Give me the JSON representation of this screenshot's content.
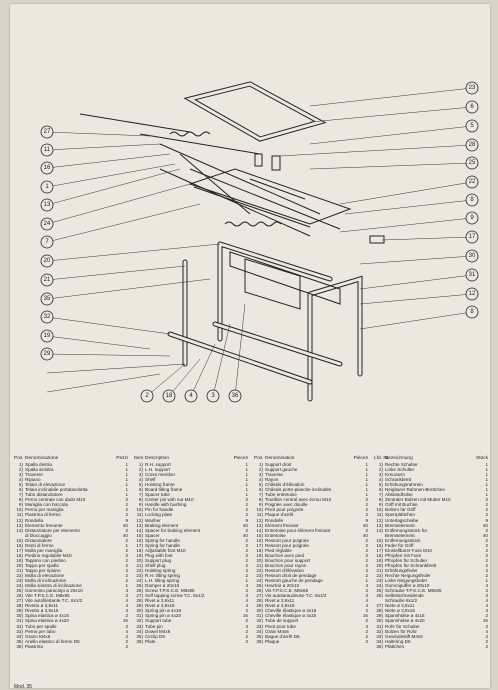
{
  "diagram": {
    "callouts": [
      "23",
      "6",
      "5",
      "28",
      "25",
      "22",
      "8",
      "9",
      "17",
      "30",
      "31",
      "12",
      "8",
      "27",
      "11",
      "16",
      "1",
      "13",
      "24",
      "7",
      "20",
      "21",
      "35",
      "32",
      "19",
      "29",
      "2",
      "18",
      "4",
      "3",
      "36"
    ]
  },
  "list": {
    "columns": [
      {
        "h_pos": "Pos.",
        "h_name": "Denominazione",
        "h_qty": "Pezzi",
        "items": [
          [
            "1)",
            "Spalla destra",
            "1"
          ],
          [
            "2)",
            "Spalla sinistra",
            "1"
          ],
          [
            "3)",
            "Traverse",
            "1"
          ],
          [
            "4)",
            "Ripiano",
            "1"
          ],
          [
            "5)",
            "Telaio di elevazione",
            "1"
          ],
          [
            "6)",
            "Telaio inclinabile portatavoletta",
            "1"
          ],
          [
            "7)",
            "Tubo distanziatore",
            "1"
          ],
          [
            "8)",
            "Perno centrale con dado M10",
            "2"
          ],
          [
            "9)",
            "Maniglia con boccola",
            "2"
          ],
          [
            "10)",
            "Perno per maniglia",
            "2"
          ],
          [
            "11)",
            "Piastrina di fermo",
            "2"
          ],
          [
            "12)",
            "Rondella",
            "9"
          ],
          [
            "13)",
            "Elemento frenante",
            "40"
          ],
          [
            "14)",
            "Distanziatore per elemento",
            "2"
          ],
          [
            "",
            "di bloccaggio",
            "40"
          ],
          [
            "15)",
            "Distanziatore",
            "2"
          ],
          [
            "16)",
            "Denti di fermo",
            "1"
          ],
          [
            "17)",
            "Molla per maniglia",
            "2"
          ],
          [
            "18)",
            "Piedino regolabile M10",
            "2"
          ],
          [
            "19)",
            "Tappino con piedino",
            "2"
          ],
          [
            "20)",
            "Tappo per spalla",
            "2"
          ],
          [
            "21)",
            "Tappo per ripiano",
            "2"
          ],
          [
            "22)",
            "Molla di elevazione",
            "2"
          ],
          [
            "23)",
            "Molla di inclinazione",
            "2"
          ],
          [
            "24)",
            "Molla sinistra di inclinazione",
            "1"
          ],
          [
            "25)",
            "Gommino paracolpi ø 20x10",
            "4"
          ],
          [
            "26)",
            "Vite T.P.S.C.E. M8x65",
            "2"
          ],
          [
            "27)",
            "Vite autofilettante T.C. 8x1/2",
            "4"
          ],
          [
            "28)",
            "Rivetto ø 3,9x11",
            "4"
          ],
          [
            "29)",
            "Rivetto ø 3,9x16",
            "4"
          ],
          [
            "30)",
            "Spina elastica ø 4x16",
            "2"
          ],
          [
            "31)",
            "Spina elastica ø 4x20",
            "16"
          ],
          [
            "32)",
            "Tubo per spalle",
            "2"
          ],
          [
            "33)",
            "Perno per tubo",
            "4"
          ],
          [
            "34)",
            "Grano M4x6",
            "2"
          ],
          [
            "35)",
            "Anello elastico di fermo D6",
            "2"
          ],
          [
            "36)",
            "Piastrina",
            "2"
          ]
        ]
      },
      {
        "h_pos": "Item",
        "h_name": "Description",
        "h_qty": "Pieces",
        "items": [
          [
            "1)",
            "R.H. support",
            "1"
          ],
          [
            "2)",
            "L.H. support",
            "1"
          ],
          [
            "3)",
            "Cross member",
            "1"
          ],
          [
            "4)",
            "Shelf",
            "1"
          ],
          [
            "5)",
            "Hoisting frame",
            "1"
          ],
          [
            "6)",
            "Board tilting frame",
            "1"
          ],
          [
            "7)",
            "Spacer tube",
            "1"
          ],
          [
            "8)",
            "Center pin with nut M10",
            "2"
          ],
          [
            "9)",
            "Handle with bushing",
            "2"
          ],
          [
            "10)",
            "Pin for handle",
            "2"
          ],
          [
            "11)",
            "Locking plate",
            "2"
          ],
          [
            "12)",
            "Washer",
            "9"
          ],
          [
            "13)",
            "Braking element",
            "40"
          ],
          [
            "14)",
            "Spacer for braking element",
            "2"
          ],
          [
            "15)",
            "Spacer",
            "40"
          ],
          [
            "16)",
            "Spring for handle",
            "2"
          ],
          [
            "17)",
            "Spring for handle",
            "2"
          ],
          [
            "18)",
            "Adjustable foot M10",
            "2"
          ],
          [
            "19)",
            "Plug with foot",
            "2"
          ],
          [
            "20)",
            "Support plug",
            "2"
          ],
          [
            "21)",
            "Shelf plug",
            "2"
          ],
          [
            "22)",
            "Hoisting spring",
            "2"
          ],
          [
            "23)",
            "R.H. tilting spring",
            "2"
          ],
          [
            "24)",
            "L.H. tilting spring",
            "1"
          ],
          [
            "25)",
            "Damper ø 20x10",
            "4"
          ],
          [
            "26)",
            "Screw T.P.S.C.E. M8x65",
            "2"
          ],
          [
            "27)",
            "Self tapping screw T.C. 8x1/2",
            "4"
          ],
          [
            "28)",
            "Rivet ø 3,9x11",
            "4"
          ],
          [
            "29)",
            "Rivet ø 3,9x16",
            "4"
          ],
          [
            "30)",
            "Spring pin ø 4x16",
            "2"
          ],
          [
            "31)",
            "Spring pin ø 4x20",
            "16"
          ],
          [
            "32)",
            "Support tube",
            "2"
          ],
          [
            "33)",
            "Tube pin",
            "4"
          ],
          [
            "34)",
            "Dowel M4x6",
            "2"
          ],
          [
            "35)",
            "Circlip D6",
            "2"
          ],
          [
            "36)",
            "Plate",
            "2"
          ]
        ]
      },
      {
        "h_pos": "Pos.",
        "h_name": "Denomination",
        "h_qty": "Pièces",
        "items": [
          [
            "1)",
            "Support droit",
            "1"
          ],
          [
            "2)",
            "Support gauche",
            "1"
          ],
          [
            "3)",
            "Traverse",
            "1"
          ],
          [
            "4)",
            "Rayon",
            "1"
          ],
          [
            "5)",
            "Châssis d'élévation",
            "1"
          ],
          [
            "6)",
            "Châssis porte-planche inclinable",
            "1"
          ],
          [
            "7)",
            "Tube entretoise",
            "1"
          ],
          [
            "8)",
            "Tourillon central avec écrou M10",
            "2"
          ],
          [
            "9)",
            "Poignée avec douille",
            "2"
          ],
          [
            "10)",
            "Pivot pour poignée",
            "2"
          ],
          [
            "11)",
            "Plaque d'arrêt",
            "2"
          ],
          [
            "12)",
            "Rondelle",
            "9"
          ],
          [
            "13)",
            "Elément freinant",
            "40"
          ],
          [
            "14)",
            "Entretoise pour élément freinant",
            "2"
          ],
          [
            "15)",
            "Entretoise",
            "40"
          ],
          [
            "16)",
            "Ressort pour poignée",
            "2"
          ],
          [
            "17)",
            "Ressort pour poignée",
            "2"
          ],
          [
            "18)",
            "Pied réglable",
            "2"
          ],
          [
            "19)",
            "Bouchon avec pied",
            "2"
          ],
          [
            "20)",
            "Bouchon pour support",
            "2"
          ],
          [
            "21)",
            "Bouchon pour rayon",
            "2"
          ],
          [
            "22)",
            "Ressort d'élévation",
            "2"
          ],
          [
            "23)",
            "Ressort droit de pendage",
            "2"
          ],
          [
            "24)",
            "Ressort gauche de pendage",
            "1"
          ],
          [
            "25)",
            "Heurtoir ø 20x10",
            "4"
          ],
          [
            "26)",
            "Vis T.P.S.C.E. M8x65",
            "2"
          ],
          [
            "27)",
            "Vis autotaraudeuse T.C. 8x1/2",
            "4"
          ],
          [
            "28)",
            "Rivet ø 3,9x11",
            "4"
          ],
          [
            "29)",
            "Rivet ø 3,9x16",
            "4"
          ],
          [
            "30)",
            "Cheville élastique ø 4x16",
            "2"
          ],
          [
            "31)",
            "Cheville élastique ø 4x20",
            "16"
          ],
          [
            "32)",
            "Tube de support",
            "2"
          ],
          [
            "33)",
            "Pivot pour tube",
            "4"
          ],
          [
            "34)",
            "Grain M4x6",
            "2"
          ],
          [
            "35)",
            "Bague d'arrêt D6",
            "2"
          ],
          [
            "36)",
            "Plaque",
            "2"
          ]
        ]
      },
      {
        "h_pos": "Lfd. Nr.",
        "h_name": "Bezeichnung",
        "h_qty": "Stück",
        "items": [
          [
            "1)",
            "Rechte Schulter",
            "1"
          ],
          [
            "2)",
            "Linke Schulter",
            "1"
          ],
          [
            "3)",
            "Kreuzarm",
            "1"
          ],
          [
            "4)",
            "Schrankbrett",
            "1"
          ],
          [
            "5)",
            "Erhöhungsrahmen",
            "1"
          ],
          [
            "6)",
            "Neigbarer Rahmen-Brettchen",
            "1"
          ],
          [
            "7)",
            "Abstandhülse",
            "1"
          ],
          [
            "8)",
            "Zentraler Bolzen mit Mutter M10",
            "2"
          ],
          [
            "9)",
            "Griff mit Buchse",
            "2"
          ],
          [
            "10)",
            "Bolzen für Griff",
            "2"
          ],
          [
            "11)",
            "Sperrplättchen",
            "2"
          ],
          [
            "12)",
            "Unterlagscheibe",
            "9"
          ],
          [
            "13)",
            "Bremselement",
            "40"
          ],
          [
            "14)",
            "Entfernungsstück für",
            "2"
          ],
          [
            "",
            "Bremselement",
            "40"
          ],
          [
            "15)",
            "Entfernungsstück",
            "2"
          ],
          [
            "16)",
            "Feder für Griff",
            "2"
          ],
          [
            "17)",
            "Einstellbarer Fuss M10",
            "2"
          ],
          [
            "18)",
            "Pfropfen mit Fuss",
            "2"
          ],
          [
            "19)",
            "Pfropfen für Schulter",
            "2"
          ],
          [
            "20)",
            "Pfropfen für Schrankbrett",
            "2"
          ],
          [
            "21)",
            "Erhöhungsfeder",
            "2"
          ],
          [
            "22)",
            "Rechte Neigungsfeder",
            "2"
          ],
          [
            "23)",
            "Linke Neigungsfeder",
            "1"
          ],
          [
            "24)",
            "Gummipuffer ø 20x10",
            "4"
          ],
          [
            "25)",
            "Schraube T.P.S.C.E. M8x65",
            "2"
          ],
          [
            "26)",
            "Selbstschneidende",
            "4"
          ],
          [
            "",
            "Schraube 8x1/2",
            "4"
          ],
          [
            "27)",
            "Niete ø 3,9x11",
            "4"
          ],
          [
            "28)",
            "Niete ø 3,9x16",
            "4"
          ],
          [
            "29)",
            "Spannhülse ø 4x16",
            "2"
          ],
          [
            "30)",
            "Spannhülse ø 4x20",
            "16"
          ],
          [
            "31)",
            "Rohr für Schulter",
            "2"
          ],
          [
            "32)",
            "Bolzen für Rohr",
            "4"
          ],
          [
            "33)",
            "Gewindestift M4x6",
            "2"
          ],
          [
            "34)",
            "Haltering D6",
            "2"
          ],
          [
            "35)",
            "Plättchen",
            "2"
          ]
        ]
      }
    ],
    "footer": "Mod. 35"
  }
}
